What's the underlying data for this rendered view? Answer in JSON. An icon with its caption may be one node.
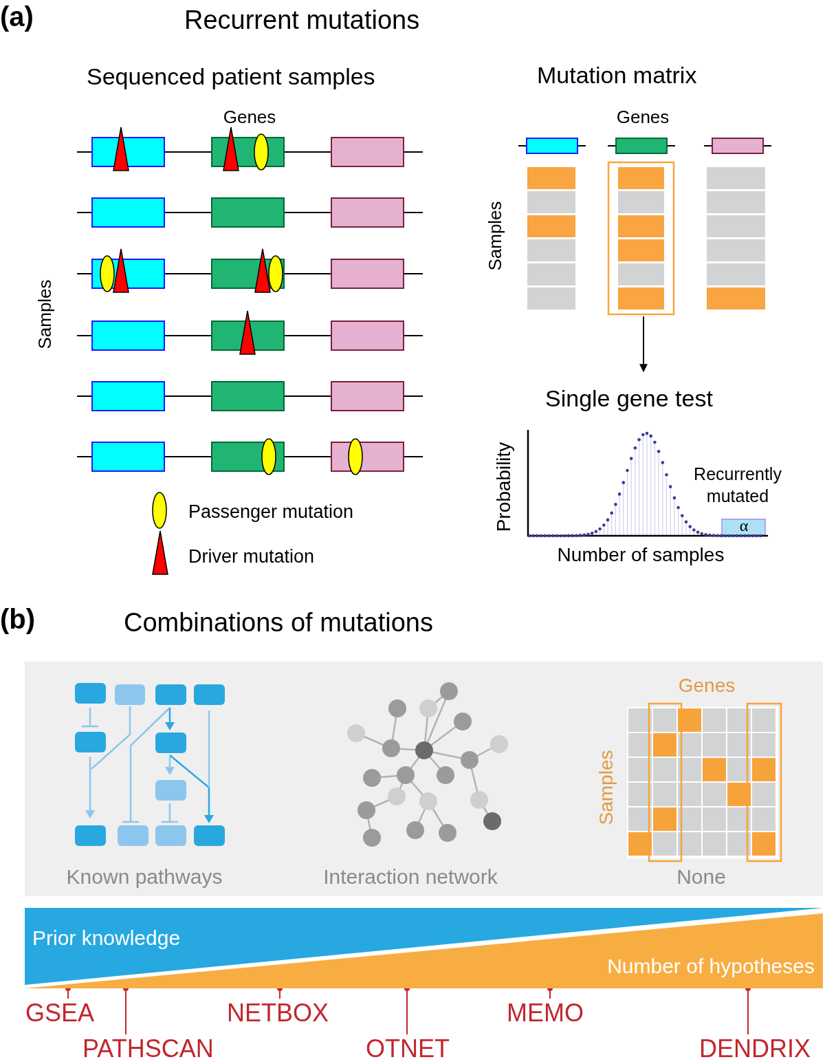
{
  "diagram": {
    "nodes": [
      {
        "text": [
          "Mutation matrix"
        ]
      },
      {
        "text": [
          "Single gene test"
        ]
      },
      {
        "text": [
          "Prior knowledge"
        ]
      },
      {
        "text": [
          "Number of hypotheses"
        ]
      },
      {
        "text": [
          "GSEA"
        ]
      },
      {
        "text": [
          "PATHSCAN"
        ]
      },
      {
        "text": [
          "NETBOX"
        ]
      },
      {
        "text": [
          "OTNET"
        ]
      },
      {
        "text": [
          "MEMO"
        ]
      },
      {
        "text": [
          "DENDRIX"
        ]
      }
    ],
    "edges": [
      {
        "from": 0,
        "to": 1,
        "arrow": "to",
        "color": "#000000"
      },
      {
        "from": 4,
        "to": 3,
        "arrow": "other"
      },
      {
        "from": 5,
        "to": 3,
        "arrow": "other"
      },
      {
        "from": 6,
        "to": 3,
        "arrow": "other"
      },
      {
        "from": 7,
        "to": 3,
        "arrow": "other"
      },
      {
        "from": 8,
        "to": 3,
        "arrow": "other"
      },
      {
        "from": 9,
        "to": 3,
        "arrow": "other"
      }
    ],
    "labels": [
      "(a)",
      "Recurrent mutations",
      "Sequenced patient samples",
      "Genes",
      "Samples",
      "Genes",
      "Samples",
      "Probability",
      "Recurrently mutated",
      "α",
      "Number of samples",
      "(b)",
      "Combinations of mutations",
      "Genes",
      "Samples",
      "Known pathways",
      "Interaction network",
      "None"
    ],
    "legend": [
      {
        "text": "Passenger mutation"
      },
      {
        "text": "Driver mutation"
      }
    ]
  }
}
